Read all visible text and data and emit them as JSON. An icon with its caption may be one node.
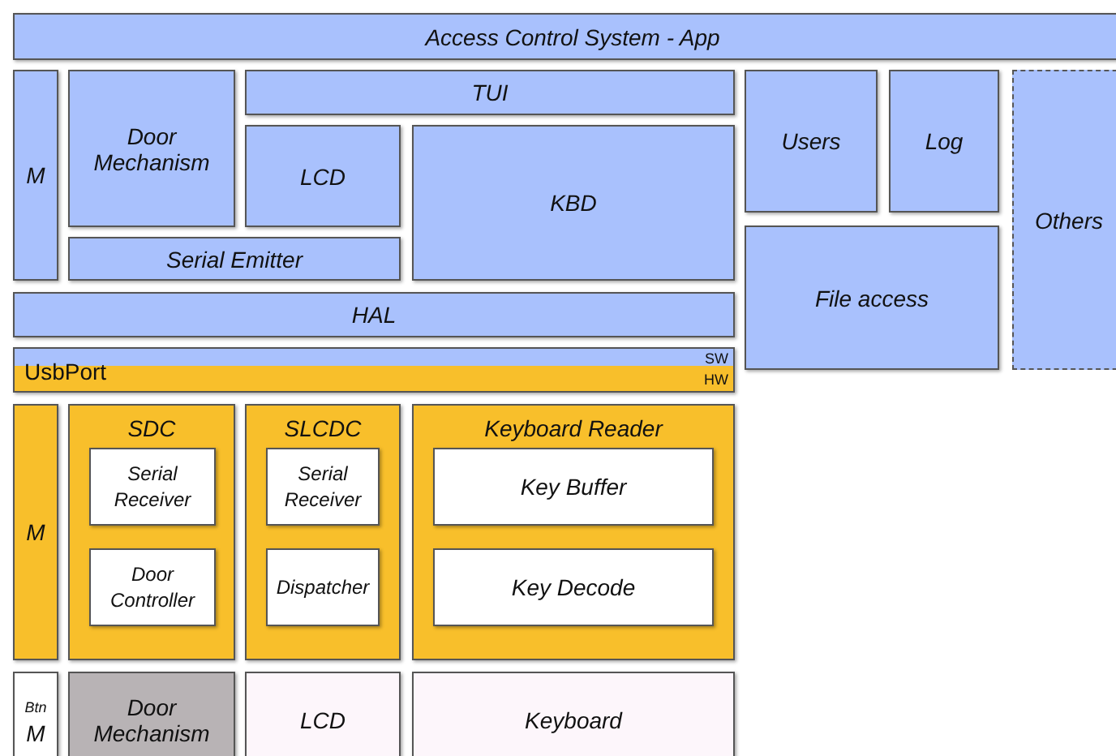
{
  "diagram": {
    "nodes": [
      {
        "text": [
          "Access Control System - App"
        ]
      },
      {
        "text": [
          "M"
        ]
      },
      {
        "text": [
          "Door Mechanism"
        ]
      },
      {
        "text": [
          "TUI"
        ]
      },
      {
        "text": [
          "LCD"
        ]
      },
      {
        "text": [
          "KBD"
        ]
      },
      {
        "text": [
          "Serial Emitter"
        ]
      },
      {
        "text": [
          "HAL"
        ]
      },
      {
        "text": [
          "Users"
        ]
      },
      {
        "text": [
          "Log"
        ]
      },
      {
        "text": [
          "File access"
        ]
      },
      {
        "text": [
          "Others"
        ]
      },
      {
        "text": [
          "UsbPort",
          "SW",
          "HW"
        ]
      },
      {
        "text": [
          "M"
        ]
      },
      {
        "text": [
          "SDC"
        ]
      },
      {
        "text": [
          "Serial Receiver"
        ],
        "in": 14
      },
      {
        "text": [
          "Door Controller"
        ],
        "in": 14
      },
      {
        "text": [
          "SLCDC"
        ]
      },
      {
        "text": [
          "Serial Receiver"
        ],
        "in": 17
      },
      {
        "text": [
          "Dispatcher"
        ],
        "in": 17
      },
      {
        "text": [
          "Keyboard Reader"
        ]
      },
      {
        "text": [
          "Key Buffer"
        ],
        "in": 20
      },
      {
        "text": [
          "Key Decode"
        ],
        "in": 20
      },
      {
        "text": [
          "Btn",
          "M"
        ]
      },
      {
        "text": [
          "Door Mechanism"
        ]
      },
      {
        "text": [
          "LCD"
        ]
      },
      {
        "text": [
          "Keyboard"
        ]
      }
    ],
    "edges": []
  }
}
